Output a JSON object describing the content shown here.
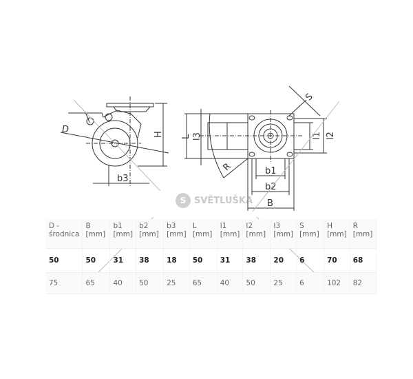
{
  "drawing": {
    "labels": {
      "D": "D",
      "H": "H",
      "b3": "b3",
      "L": "L",
      "l3": "l3",
      "l1": "l1",
      "l2": "l2",
      "R": "R",
      "S": "S",
      "b1": "b1",
      "b2": "b2",
      "B": "B"
    }
  },
  "watermark": {
    "brand": "SVĚTLUŠKA",
    "badge": "S"
  },
  "table": {
    "headers": [
      [
        "D -",
        "środnica"
      ],
      [
        "B",
        "[mm]"
      ],
      [
        "b1",
        "[mm]"
      ],
      [
        "b2",
        "[mm]"
      ],
      [
        "b3",
        "[mm]"
      ],
      [
        "L",
        "[mm]"
      ],
      [
        "l1",
        "[mm]"
      ],
      [
        "l2",
        "[mm]"
      ],
      [
        "l3",
        "[mm]"
      ],
      [
        "S",
        "[mm]"
      ],
      [
        "H",
        "[mm]"
      ],
      [
        "R",
        "[mm]"
      ]
    ],
    "rows": [
      [
        "50",
        "50",
        "31",
        "38",
        "18",
        "50",
        "31",
        "38",
        "20",
        "6",
        "70",
        "68"
      ],
      [
        "75",
        "65",
        "40",
        "50",
        "25",
        "65",
        "40",
        "50",
        "25",
        "6",
        "102",
        "82"
      ]
    ]
  }
}
